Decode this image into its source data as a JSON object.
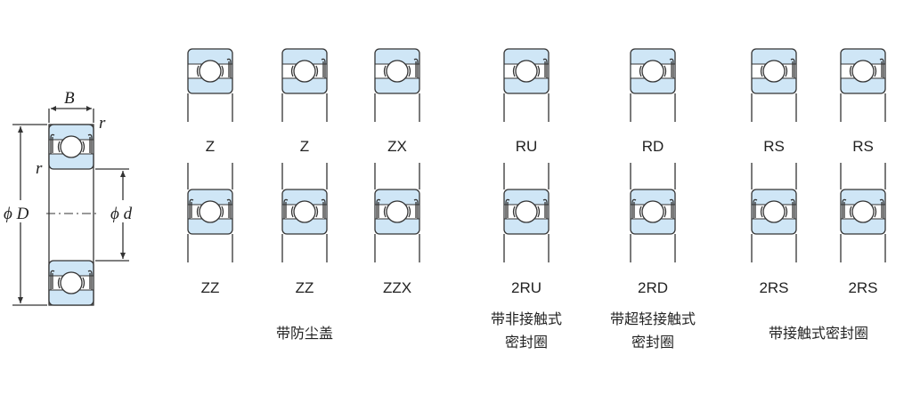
{
  "dimension_labels": {
    "width": "B",
    "chamfer_top": "r",
    "chamfer_left": "r",
    "outer_diameter": "ϕ D",
    "inner_diameter": "ϕ d"
  },
  "colors": {
    "ring_fill": "#cfe6f6",
    "line": "#333333"
  },
  "top_row": [
    {
      "label": "Z",
      "seal": "shield"
    },
    {
      "label": "Z",
      "seal": "shield"
    },
    {
      "label": "ZX",
      "seal": "shield"
    },
    {
      "label": "RU",
      "seal": "non-contact"
    },
    {
      "label": "RD",
      "seal": "light-contact"
    },
    {
      "label": "RS",
      "seal": "contact"
    },
    {
      "label": "RS",
      "seal": "contact"
    }
  ],
  "bottom_row": [
    {
      "label": "ZZ"
    },
    {
      "label": "ZZ"
    },
    {
      "label": "ZZX"
    },
    {
      "label": "2RU"
    },
    {
      "label": "2RD"
    },
    {
      "label": "2RS"
    },
    {
      "label": "2RS"
    }
  ],
  "groups": [
    {
      "line1": "带防尘盖",
      "line2": ""
    },
    {
      "line1": "带非接触式",
      "line2": "密封圈"
    },
    {
      "line1": "带超轻接触式",
      "line2": "密封圈"
    },
    {
      "line1": "带接触式密封圈",
      "line2": ""
    }
  ]
}
